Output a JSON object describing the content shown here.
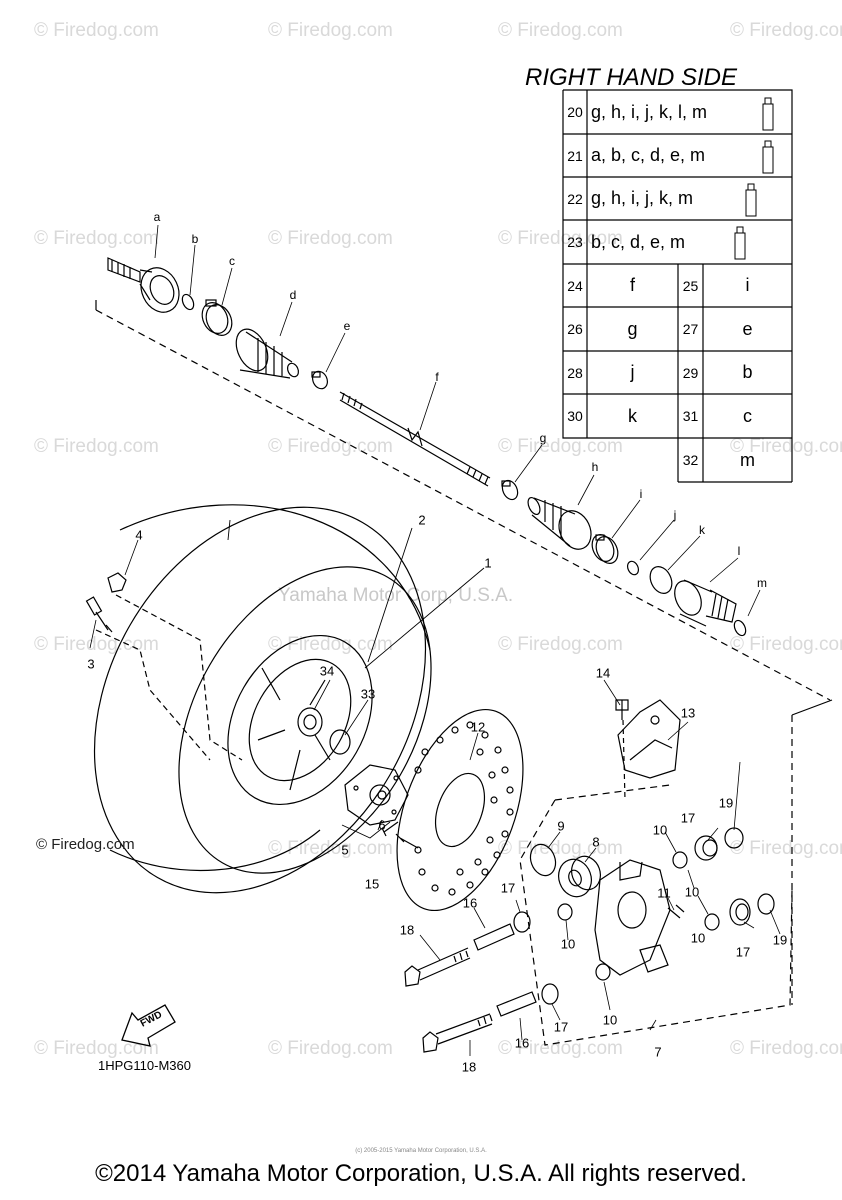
{
  "watermark": "© Firedog.com",
  "watermark_center": "Yamaha Motor Corp, U.S.A.",
  "title": "RIGHT HAND SIDE",
  "table_top": [
    {
      "num": "20",
      "letters": "g, h, i, j, k, l, m"
    },
    {
      "num": "21",
      "letters": "a, b, c, d, e, m"
    },
    {
      "num": "22",
      "letters": "g, h, i, j, k, m"
    },
    {
      "num": "23",
      "letters": "b, c, d, e, m"
    }
  ],
  "table_grid": [
    {
      "num": "24",
      "letter": "f"
    },
    {
      "num": "25",
      "letter": "i"
    },
    {
      "num": "26",
      "letter": "g"
    },
    {
      "num": "27",
      "letter": "e"
    },
    {
      "num": "28",
      "letter": "j"
    },
    {
      "num": "29",
      "letter": "b"
    },
    {
      "num": "30",
      "letter": "k"
    },
    {
      "num": "31",
      "letter": "c"
    },
    {
      "num": "32",
      "letter": "m"
    }
  ],
  "part_numbers": [
    "1",
    "2",
    "3",
    "4",
    "5",
    "6",
    "7",
    "8",
    "9",
    "10",
    "10",
    "10",
    "10",
    "10",
    "11",
    "12",
    "13",
    "14",
    "15",
    "16",
    "16",
    "17",
    "17",
    "17",
    "17",
    "18",
    "18",
    "19",
    "19",
    "33",
    "34"
  ],
  "part_letters": [
    "a",
    "b",
    "c",
    "d",
    "e",
    "f",
    "g",
    "h",
    "i",
    "j",
    "k",
    "l",
    "m"
  ],
  "diagram_id": "1HPG110-M360",
  "fwd_label": "FWD",
  "firedog_left": "© Firedog.com",
  "fine_print": "(c) 2005-2015 Yamaha Motor Corporation, U.S.A.",
  "copyright": "©2014 Yamaha Motor Corporation, U.S.A. All rights reserved."
}
